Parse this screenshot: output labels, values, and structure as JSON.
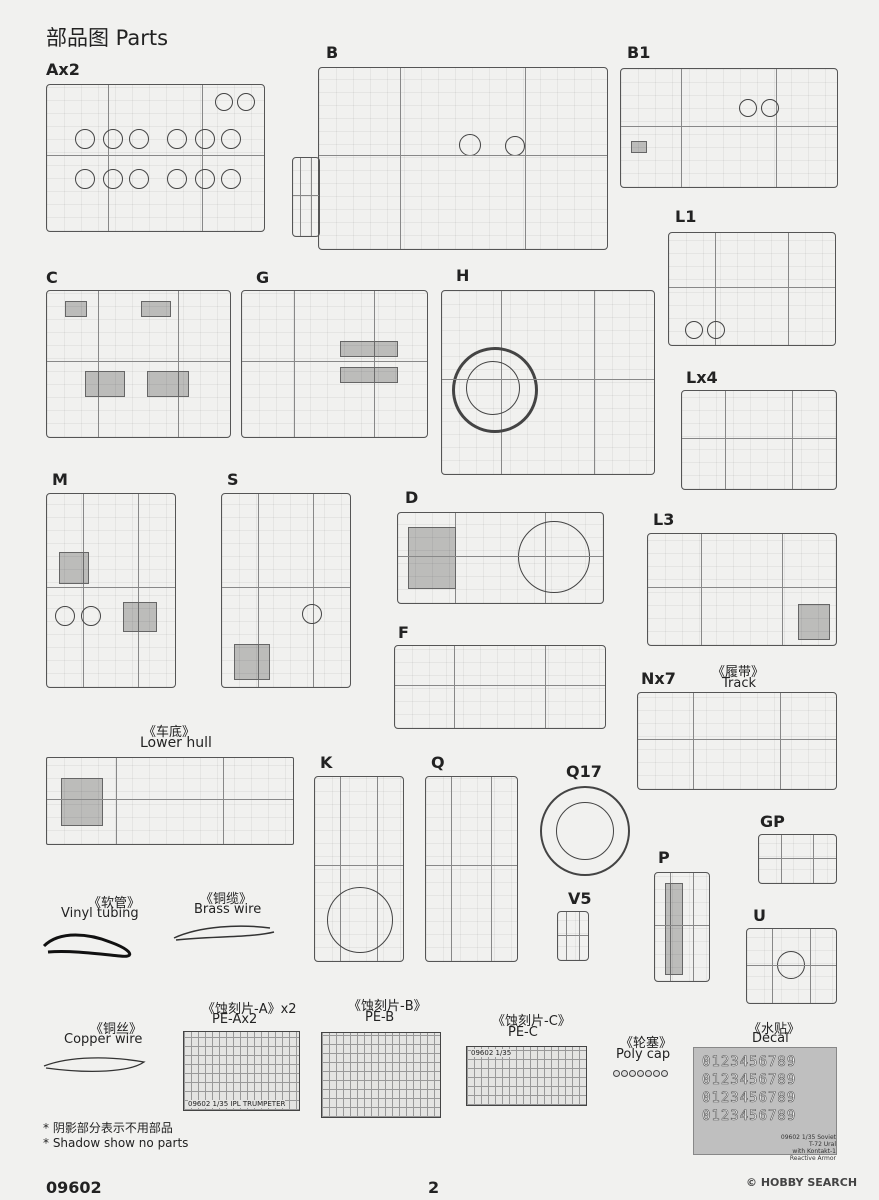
{
  "page_title": "部品图 Parts",
  "sprues": {
    "ax2": "Ax2",
    "b": "B",
    "b1": "B1",
    "l1": "L1",
    "c": "C",
    "g": "G",
    "h": "H",
    "lx4": "Lx4",
    "m": "M",
    "s": "S",
    "d": "D",
    "l3": "L3",
    "f": "F",
    "nx7": "Nx7",
    "k": "K",
    "q": "Q",
    "q17": "Q17",
    "gp": "GP",
    "p": "P",
    "v5": "V5",
    "u": "U"
  },
  "captions": {
    "track_cn": "《履带》",
    "track_en": "Track",
    "lower_hull_cn": "《车底》",
    "lower_hull_en": "Lower hull",
    "vinyl_cn": "《软管》",
    "vinyl_en": "Vinyl tubing",
    "brass_cn": "《铜缆》",
    "brass_en": "Brass wire",
    "copper_cn": "《铜丝》",
    "copper_en": "Copper wire",
    "pea_cn": "《蚀刻片-A》x2",
    "pea_en": "PE-Ax2",
    "peb_cn": "《蚀刻片-B》",
    "peb_en": "PE-B",
    "pec_cn": "《蚀刻片-C》",
    "pec_en": "PE-C",
    "poly_cn": "《轮塞》",
    "poly_en": "Poly cap",
    "decal_cn": "《水贴》",
    "decal_en": "Decal"
  },
  "pe_plate_labels": {
    "a": "09602 1/35 IPL TRUMPETER",
    "c": "09602 1/35"
  },
  "decal_sheet": {
    "digits_row": "0123456789",
    "note_line1": "09602 1/35 Soviet T-72 Ural",
    "note_line2": "with Kontakt-1 Reactive Armor"
  },
  "notes": {
    "cn": "* 阴影部分表示不用部品",
    "en": "* Shadow show no parts"
  },
  "footer": {
    "code": "09602",
    "page": "2",
    "watermark": "© HOBBY SEARCH"
  },
  "colors": {
    "background": "#f1f1ef",
    "line": "#555555",
    "shade": "#999999",
    "decal_sheet": "#bfbfbf"
  }
}
